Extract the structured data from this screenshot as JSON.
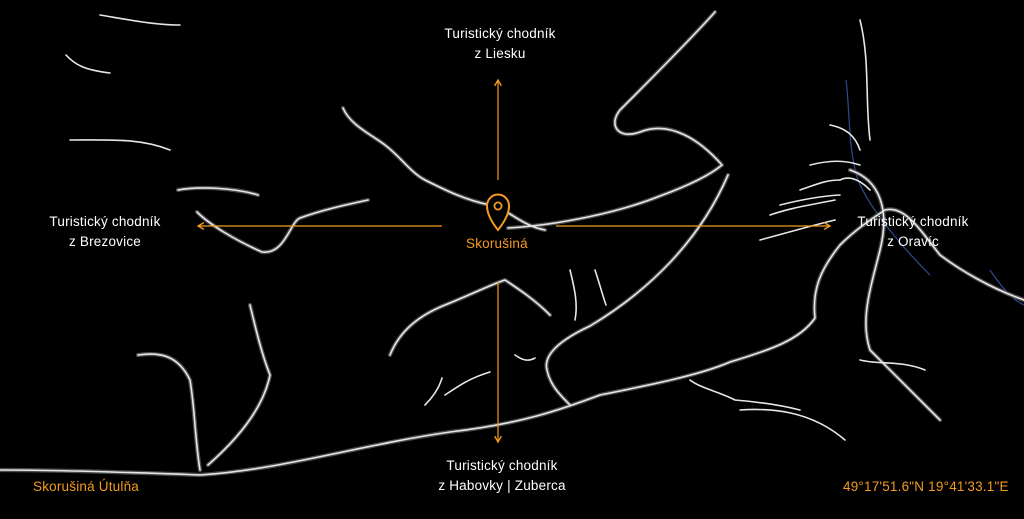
{
  "map": {
    "center_label": "Skorušiná",
    "corner_label": "Skorušiná Útulňa",
    "coordinates": "49°17'51.6\"N 19°41'33.1\"E",
    "icons": {
      "center": "map-pin-icon",
      "north": "arrow-up-icon",
      "west": "arrow-left-icon",
      "east": "arrow-right-icon",
      "south": "arrow-down-icon"
    },
    "routes": {
      "north": {
        "line1": "Turistický chodník",
        "line2": "z Liesku"
      },
      "west": {
        "line1": "Turistický chodník",
        "line2": "z Brezovice"
      },
      "east": {
        "line1": "Turistický chodník",
        "line2": "z Oravíc"
      },
      "south": {
        "line1": "Turistický chodník",
        "line2": "z Habovky | Zuberca"
      }
    }
  },
  "colors": {
    "background": "#000000",
    "road": "#e6e6e6",
    "road_casing": "#4a4a4a",
    "accent": "#f39a1f",
    "water": "#2b4c8c",
    "text": "#ffffff"
  }
}
